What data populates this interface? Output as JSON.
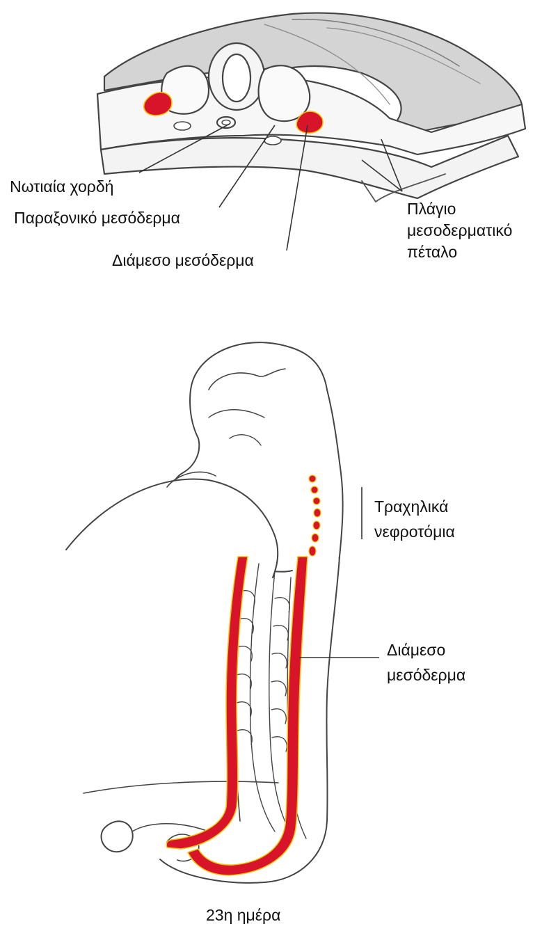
{
  "labels": {
    "notochord": "Νωτιαία χορδή",
    "paraxial_mesoderm": "Παραξονικό μεσόδερμα",
    "intermediate_mesoderm_top": "Διάμεσο μεσόδερμα",
    "lateral_plate": [
      "Πλάγιο",
      "μεσοδερματικό",
      "πέταλο"
    ],
    "cervical_nephrotomes": [
      "Τραχηλικά",
      "νεφροτόμια"
    ],
    "intermediate_mesoderm_bottom": [
      "Διάμεσο",
      "μεσόδερμα"
    ],
    "caption": "23η ημέρα"
  },
  "colors": {
    "highlight": "#d8142a",
    "highlight_edge": "#f2c400",
    "outline": "#444444",
    "shade": "#cfcfcf"
  }
}
